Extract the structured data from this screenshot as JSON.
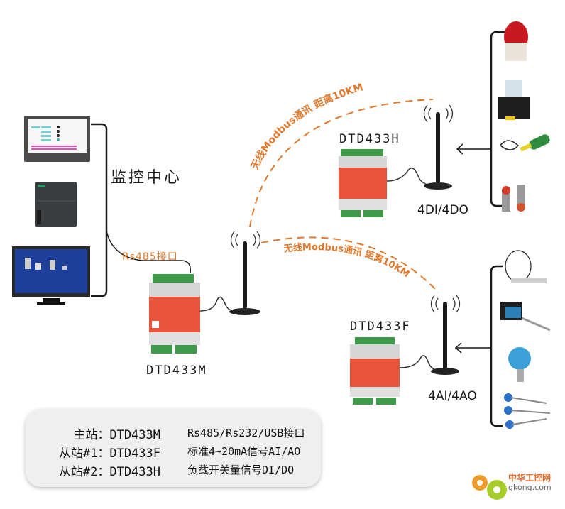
{
  "diagram": {
    "monitoring_center": {
      "label": "监控中心",
      "devices": [
        "HMI touch panel",
        "PLC",
        "SCADA monitor"
      ]
    },
    "master": {
      "name": "DTD433M",
      "interface_label": "Rs485接口"
    },
    "links": [
      {
        "label": "无线Modbus通讯 距离10KM",
        "to": "DTD433H"
      },
      {
        "label": "无线Modbus通讯 距离10KM",
        "to": "DTD433F"
      }
    ],
    "slaves": [
      {
        "name": "DTD433H",
        "io_label": "4DI/4DO",
        "peripherals": [
          "Warning light",
          "Relay",
          "Float switch",
          "Push buttons"
        ]
      },
      {
        "name": "DTD433F",
        "io_label": "4AI/4AO",
        "peripherals": [
          "Temperature probe",
          "Temperature transmitter",
          "Pressure transmitter",
          "Thermocouples"
        ]
      }
    ],
    "legend": [
      {
        "left": "主站：DTD433M",
        "right": "Rs485/Rs232/USB接口"
      },
      {
        "left": "从站#1：DTD433F",
        "right": "标准4~20mA信号AI/AO"
      },
      {
        "left": "从站#2：DTD433H",
        "right": "负载开关量信号DI/DO"
      }
    ],
    "watermark": {
      "cn": "中华工控网",
      "en": "gkong.com"
    },
    "colors": {
      "accent": "#e07a2e",
      "device_body": "#e8553a",
      "terminal_green": "#3f9a4a",
      "bracket": "#1a1a1a"
    }
  }
}
